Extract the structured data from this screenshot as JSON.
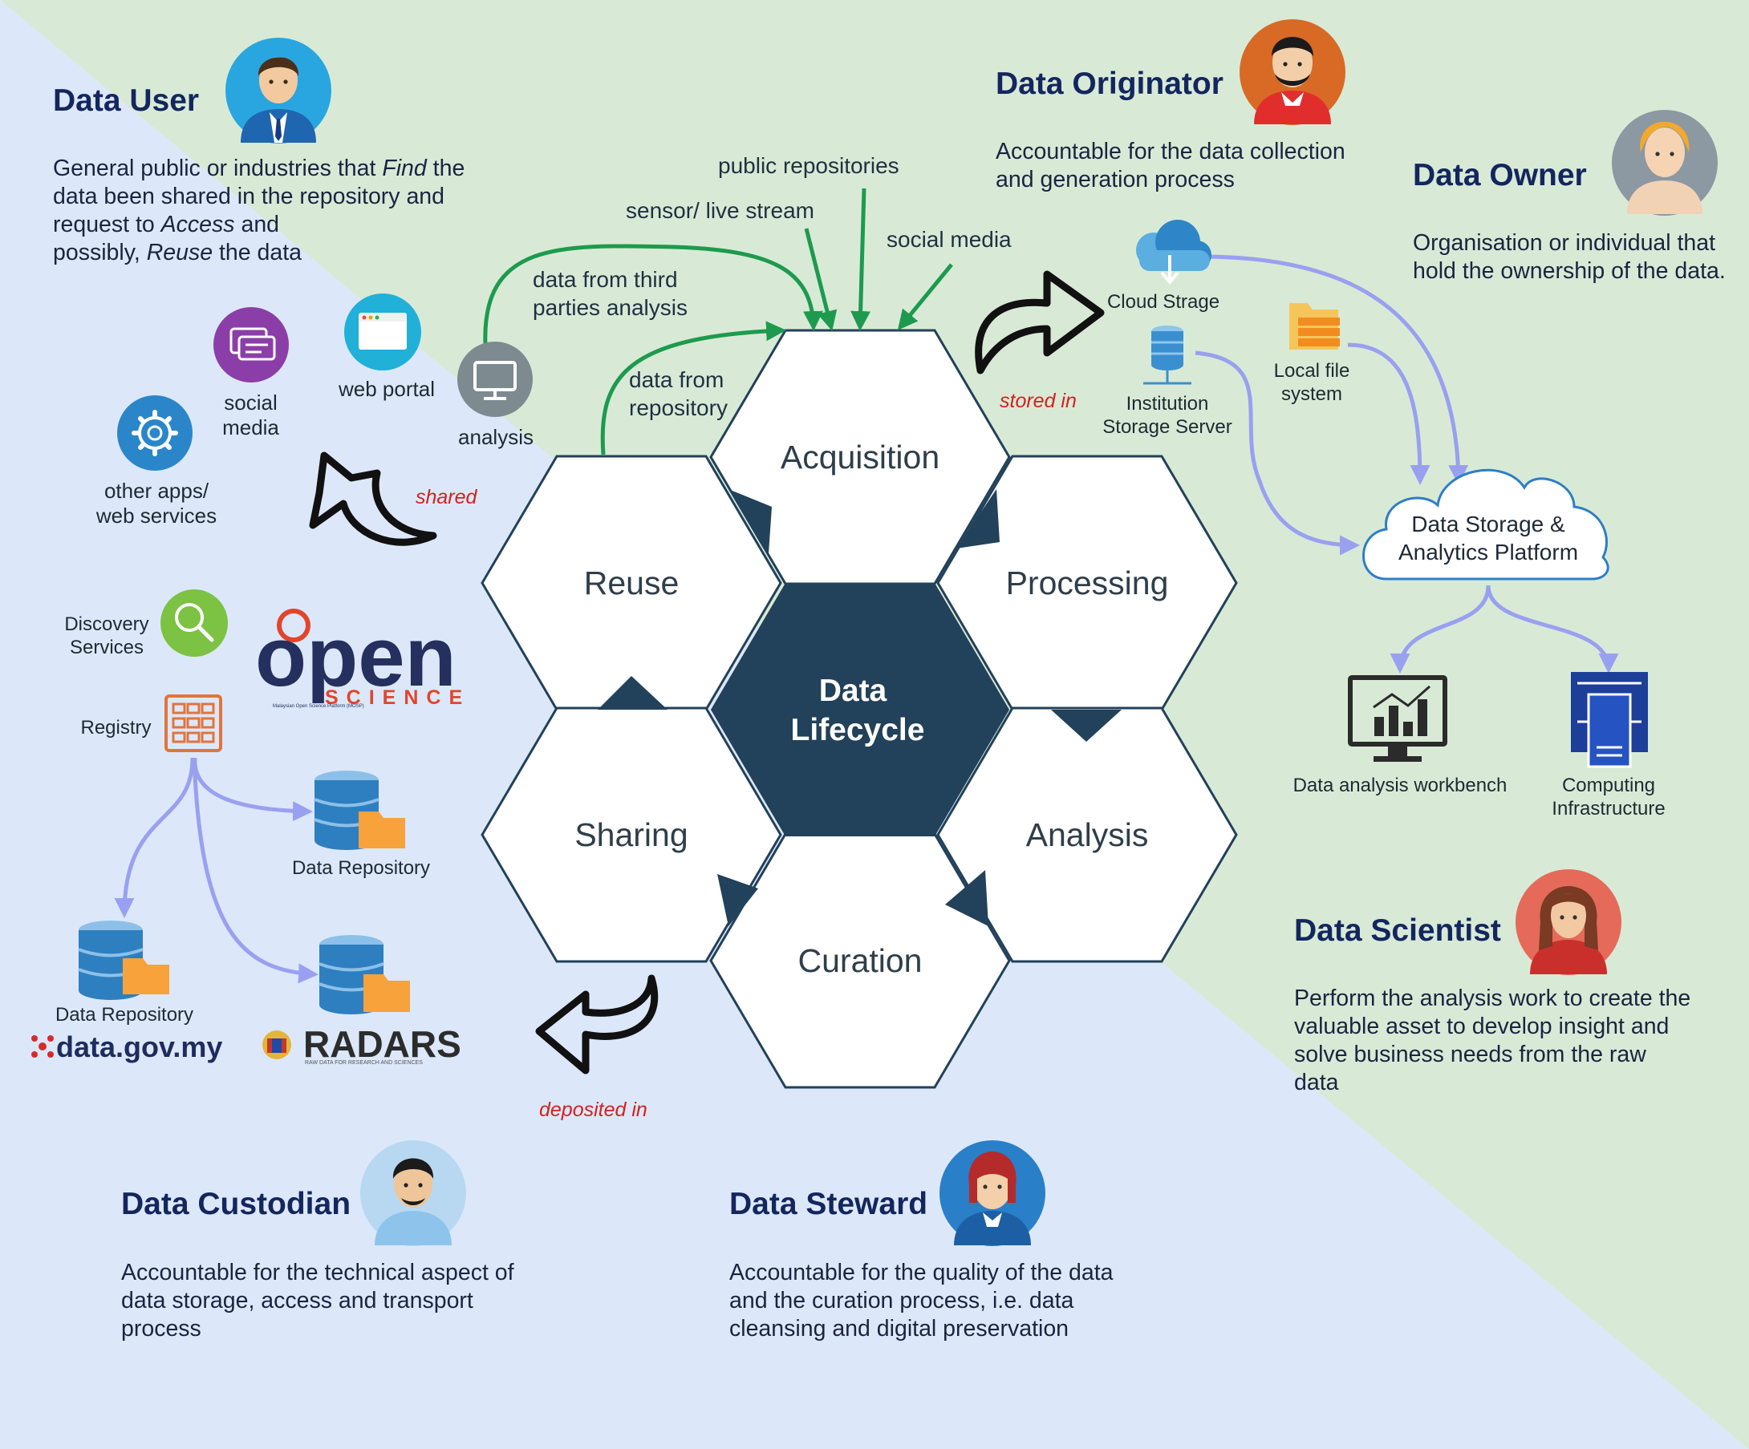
{
  "colors": {
    "background_left": "#dce8f9",
    "background_right": "#d8ead6",
    "center": "#22415a",
    "title_navy": "#13265e",
    "green_arrow": "#1d9a4e",
    "lavender_arrow": "#9aa0f0",
    "red_text": "#d61f1f"
  },
  "center": {
    "line1": "Data",
    "line2": "Lifecycle"
  },
  "stages": {
    "acquisition": "Acquisition",
    "processing": "Processing",
    "analysis": "Analysis",
    "curation": "Curation",
    "sharing": "Sharing",
    "reuse": "Reuse"
  },
  "roles": {
    "data_user": {
      "title": "Data User",
      "desc_a": "General public or industries that ",
      "desc_find": "Find",
      "desc_b": " the\ndata been shared in the repository and\nrequest to ",
      "desc_access": "Access",
      "desc_c": " and\npossibly, ",
      "desc_reuse": "Reuse",
      "desc_d": " the data",
      "avatar": "data-user-avatar"
    },
    "data_originator": {
      "title": "Data Originator",
      "desc": "Accountable for the data collection\nand generation process",
      "avatar": "data-originator-avatar"
    },
    "data_owner": {
      "title": "Data Owner",
      "desc": "Organisation or individual that\nhold the ownership of the data.",
      "avatar": "data-owner-avatar"
    },
    "data_scientist": {
      "title": "Data Scientist",
      "desc": "Perform the analysis work to create the\nvaluable asset to develop insight and\nsolve business needs from the raw\ndata",
      "avatar": "data-scientist-avatar"
    },
    "data_custodian": {
      "title": "Data Custodian",
      "desc": "Accountable for the technical aspect of\ndata storage, access and transport\nprocess",
      "avatar": "data-custodian-avatar"
    },
    "data_steward": {
      "title": "Data Steward",
      "desc": "Accountable for the quality of the data\nand the curation process, i.e. data\ncleansing and digital preservation",
      "avatar": "data-steward-avatar"
    }
  },
  "sources": {
    "public_repositories": "public repositories",
    "sensor_live_stream": "sensor/ live stream",
    "social_media": "social media",
    "third_parties": "data from third\nparties analysis",
    "from_repository": "data from\nrepository",
    "analysis": "analysis"
  },
  "storage": {
    "stored_in": "stored in",
    "cloud": "Cloud Strage",
    "institution": "Institution\nStorage Server",
    "local_file": "Local file\nsystem",
    "platform": "Data Storage &\nAnalytics Platform",
    "workbench": "Data analysis workbench",
    "computing": "Computing\nInfrastructure"
  },
  "sharing": {
    "shared": "shared",
    "social_media": "social\nmedia",
    "web_portal": "web portal",
    "other_apps": "other apps/\nweb services",
    "discovery": "Discovery\nServices",
    "registry": "Registry",
    "data_repository": "Data Repository",
    "data_repository_2": "Data Repository",
    "deposited_in": "deposited in"
  },
  "logos": {
    "open_science": "open",
    "open_science_sub": "SCIENCE",
    "open_science_fine": "Malaysian Open Science Platform (MOSP)",
    "data_gov": "data.gov.my",
    "radars": "RADARS",
    "radars_sub": "RAW DATA FOR RESEARCH AND SCIENCES"
  }
}
